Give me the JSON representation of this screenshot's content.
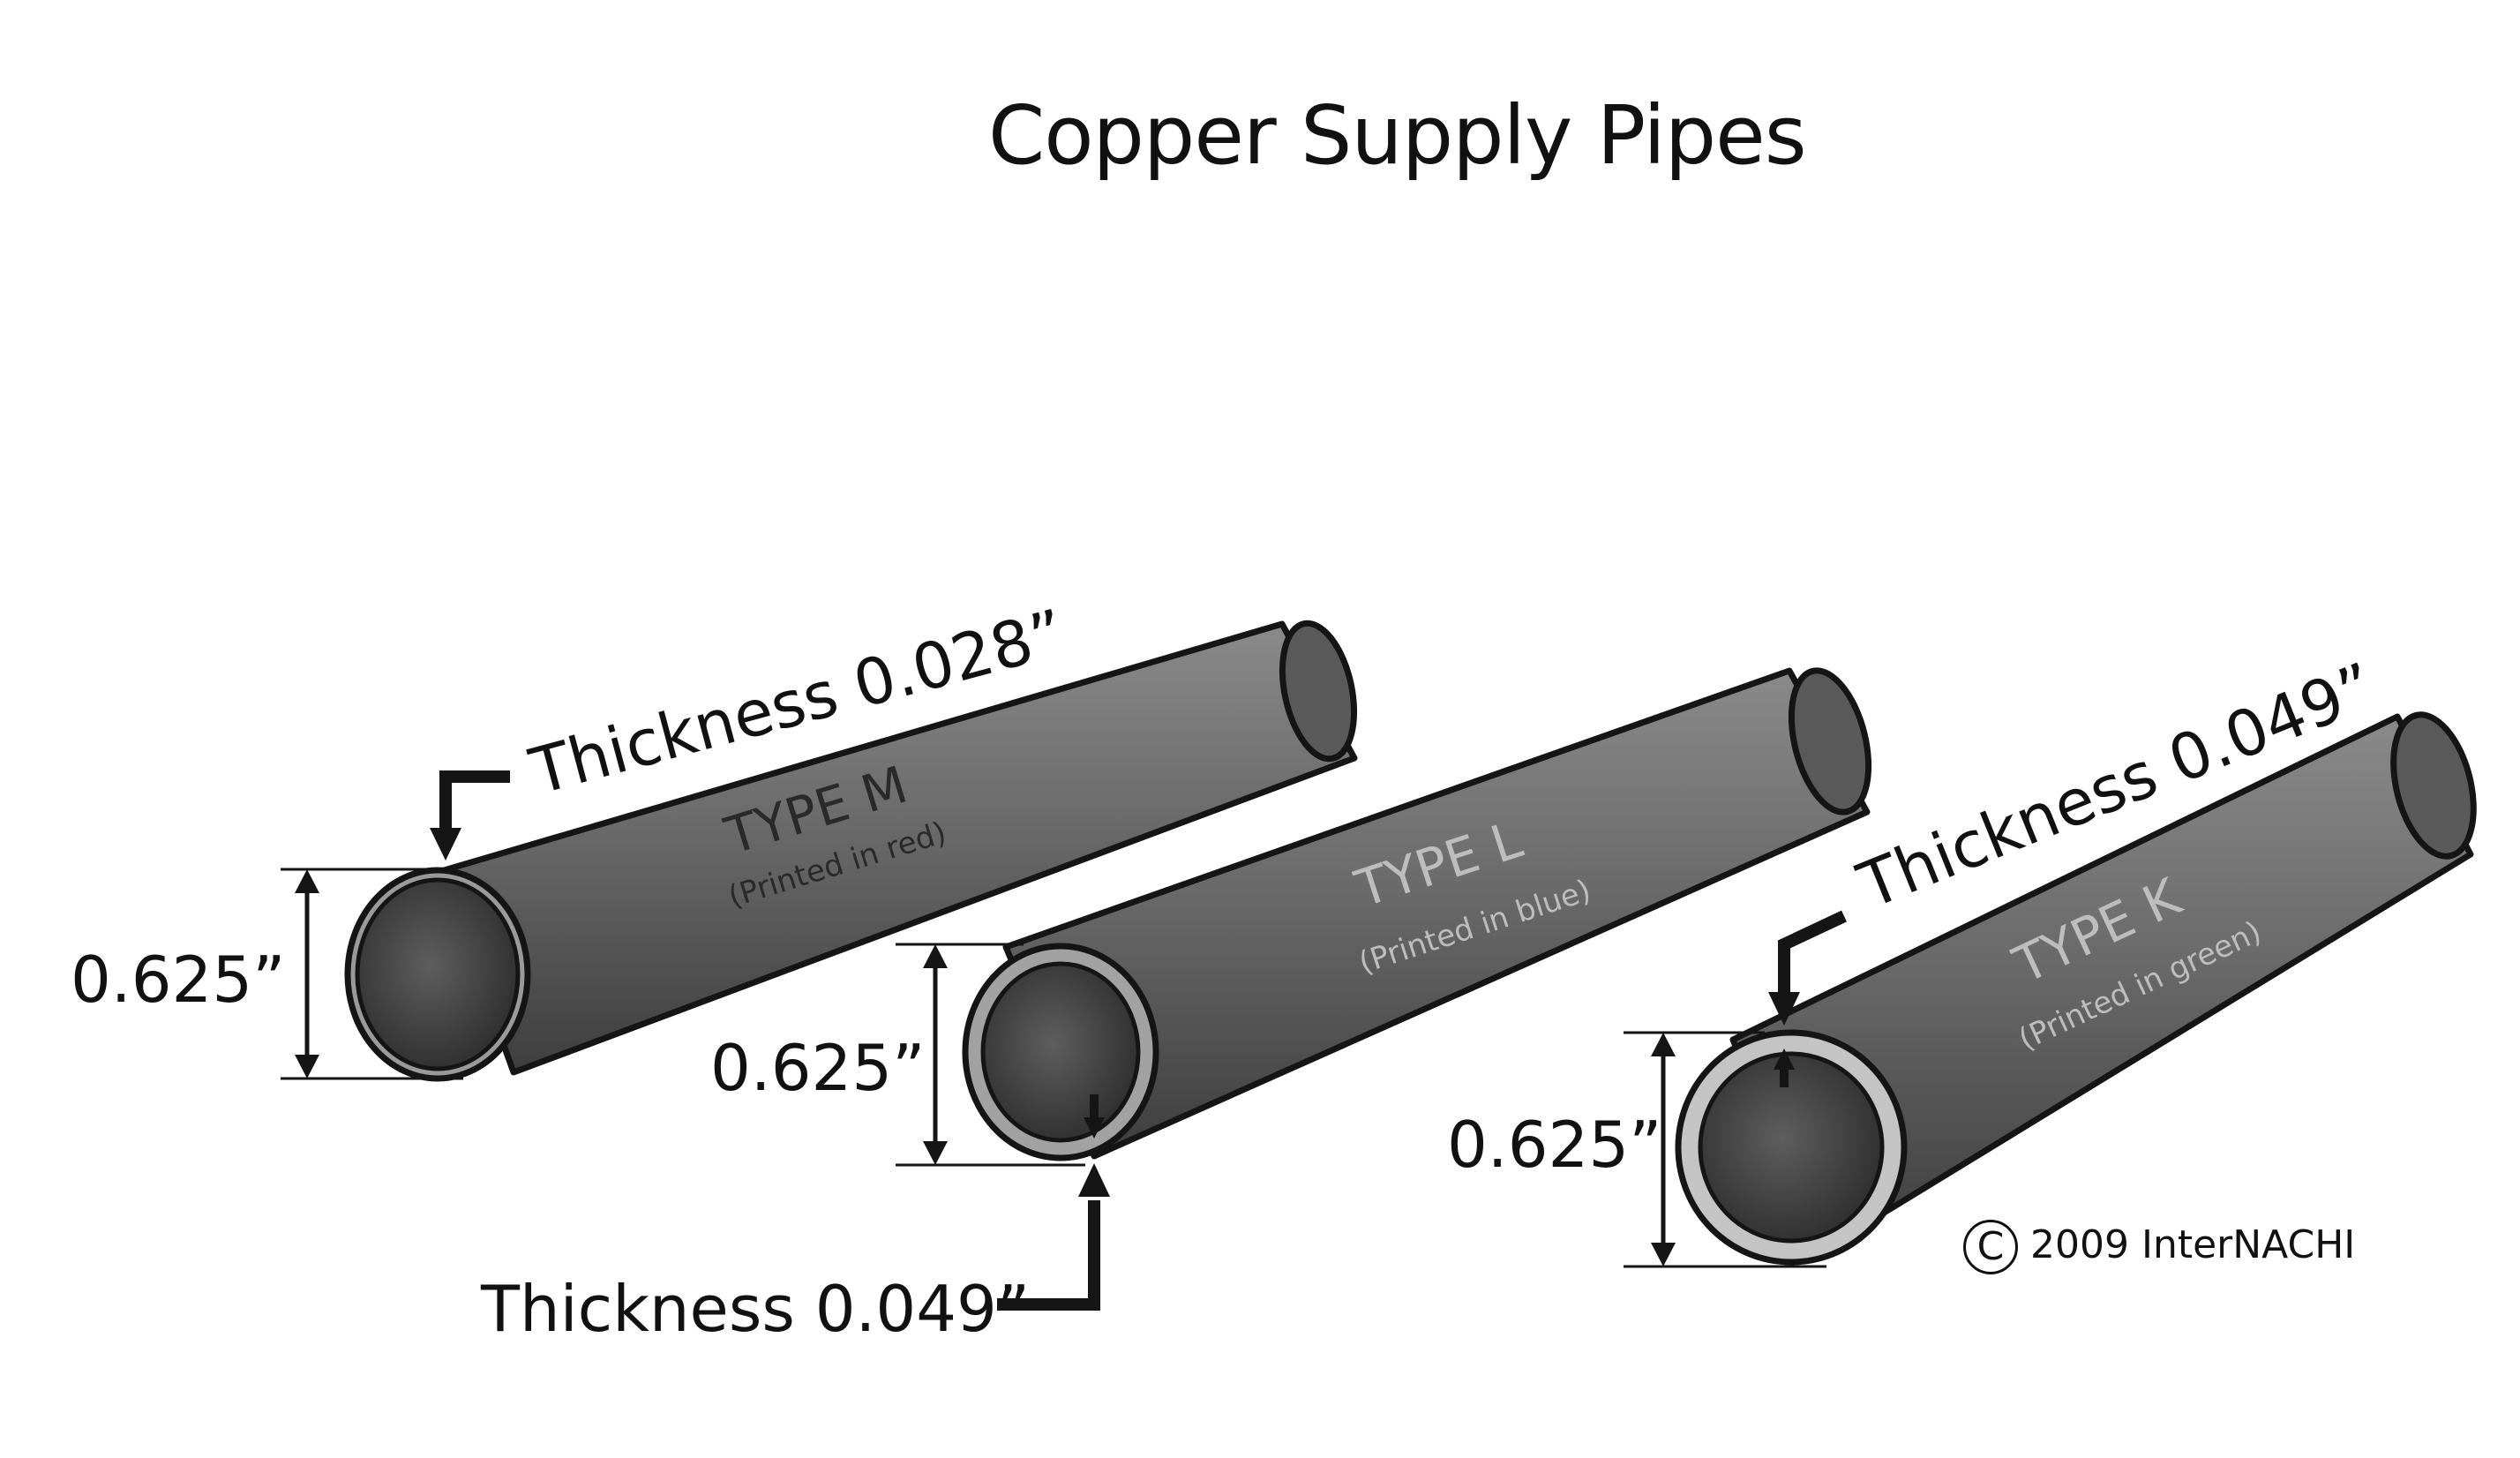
{
  "title": "Copper Supply Pipes",
  "pipes": [
    {
      "type_label": "TYPE M",
      "print_note": "(Printed in red)",
      "thickness_label": "Thickness 0.028”",
      "diameter_label": "0.625”"
    },
    {
      "type_label": "TYPE L",
      "print_note": "(Printed in blue)",
      "thickness_label": "Thickness 0.049”",
      "diameter_label": "0.625”"
    },
    {
      "type_label": "TYPE K",
      "print_note": "(Printed in green)",
      "thickness_label": "Thickness 0.049”",
      "diameter_label": "0.625”"
    }
  ],
  "copyright": {
    "symbol": "C",
    "text": "2009  InterNACHI"
  }
}
